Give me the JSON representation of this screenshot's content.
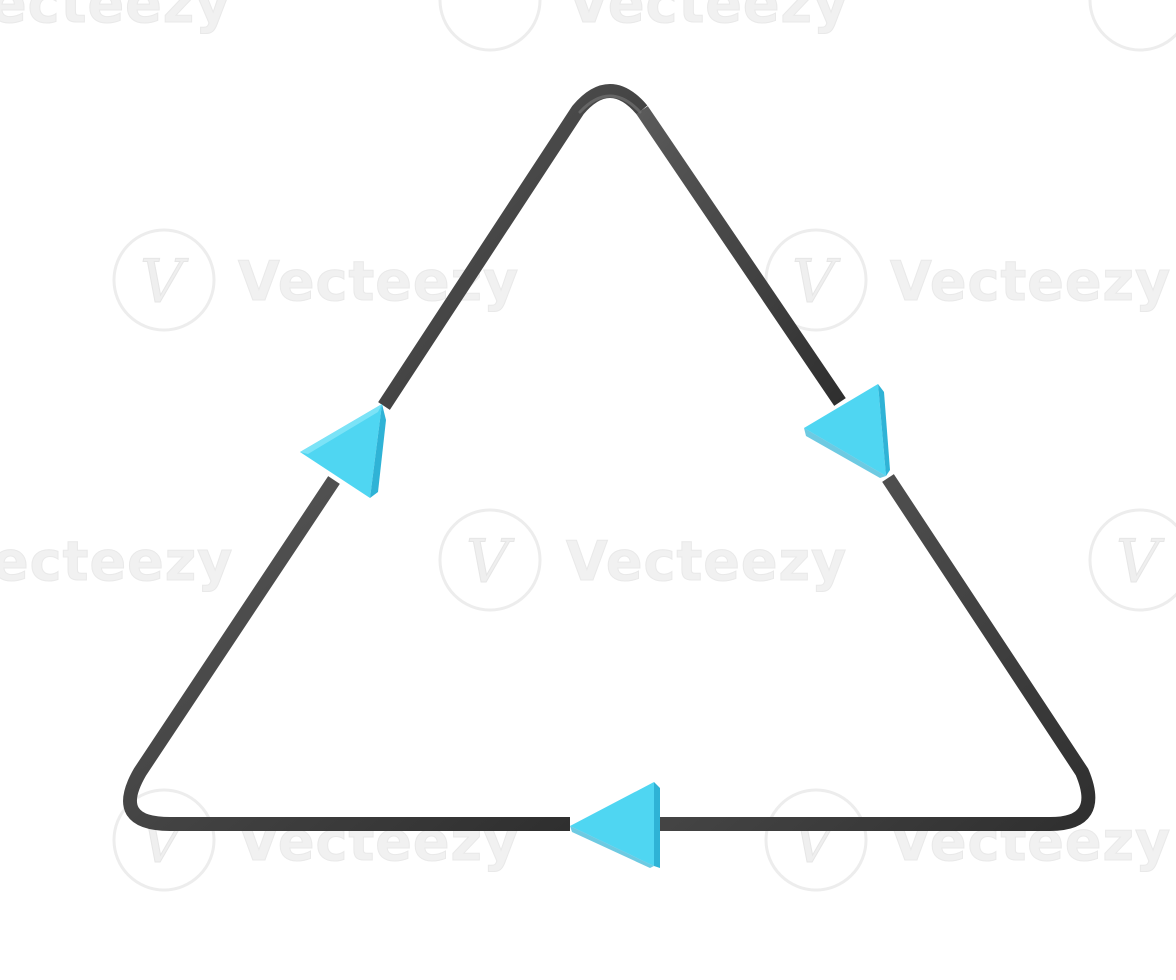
{
  "watermark": {
    "brand": "Vecteezy",
    "fragment_left": "ecteezy",
    "glyph": "V",
    "logo_name": "vecteezy-logo",
    "color": "#efefef"
  },
  "diagram": {
    "shape": "triangle",
    "outline_color": "#3d3d3d",
    "arrow_color": "#4fd6f2",
    "arrow_shade_color": "#2fb3d6",
    "arrow_count": 3,
    "flow_direction": "clockwise"
  }
}
